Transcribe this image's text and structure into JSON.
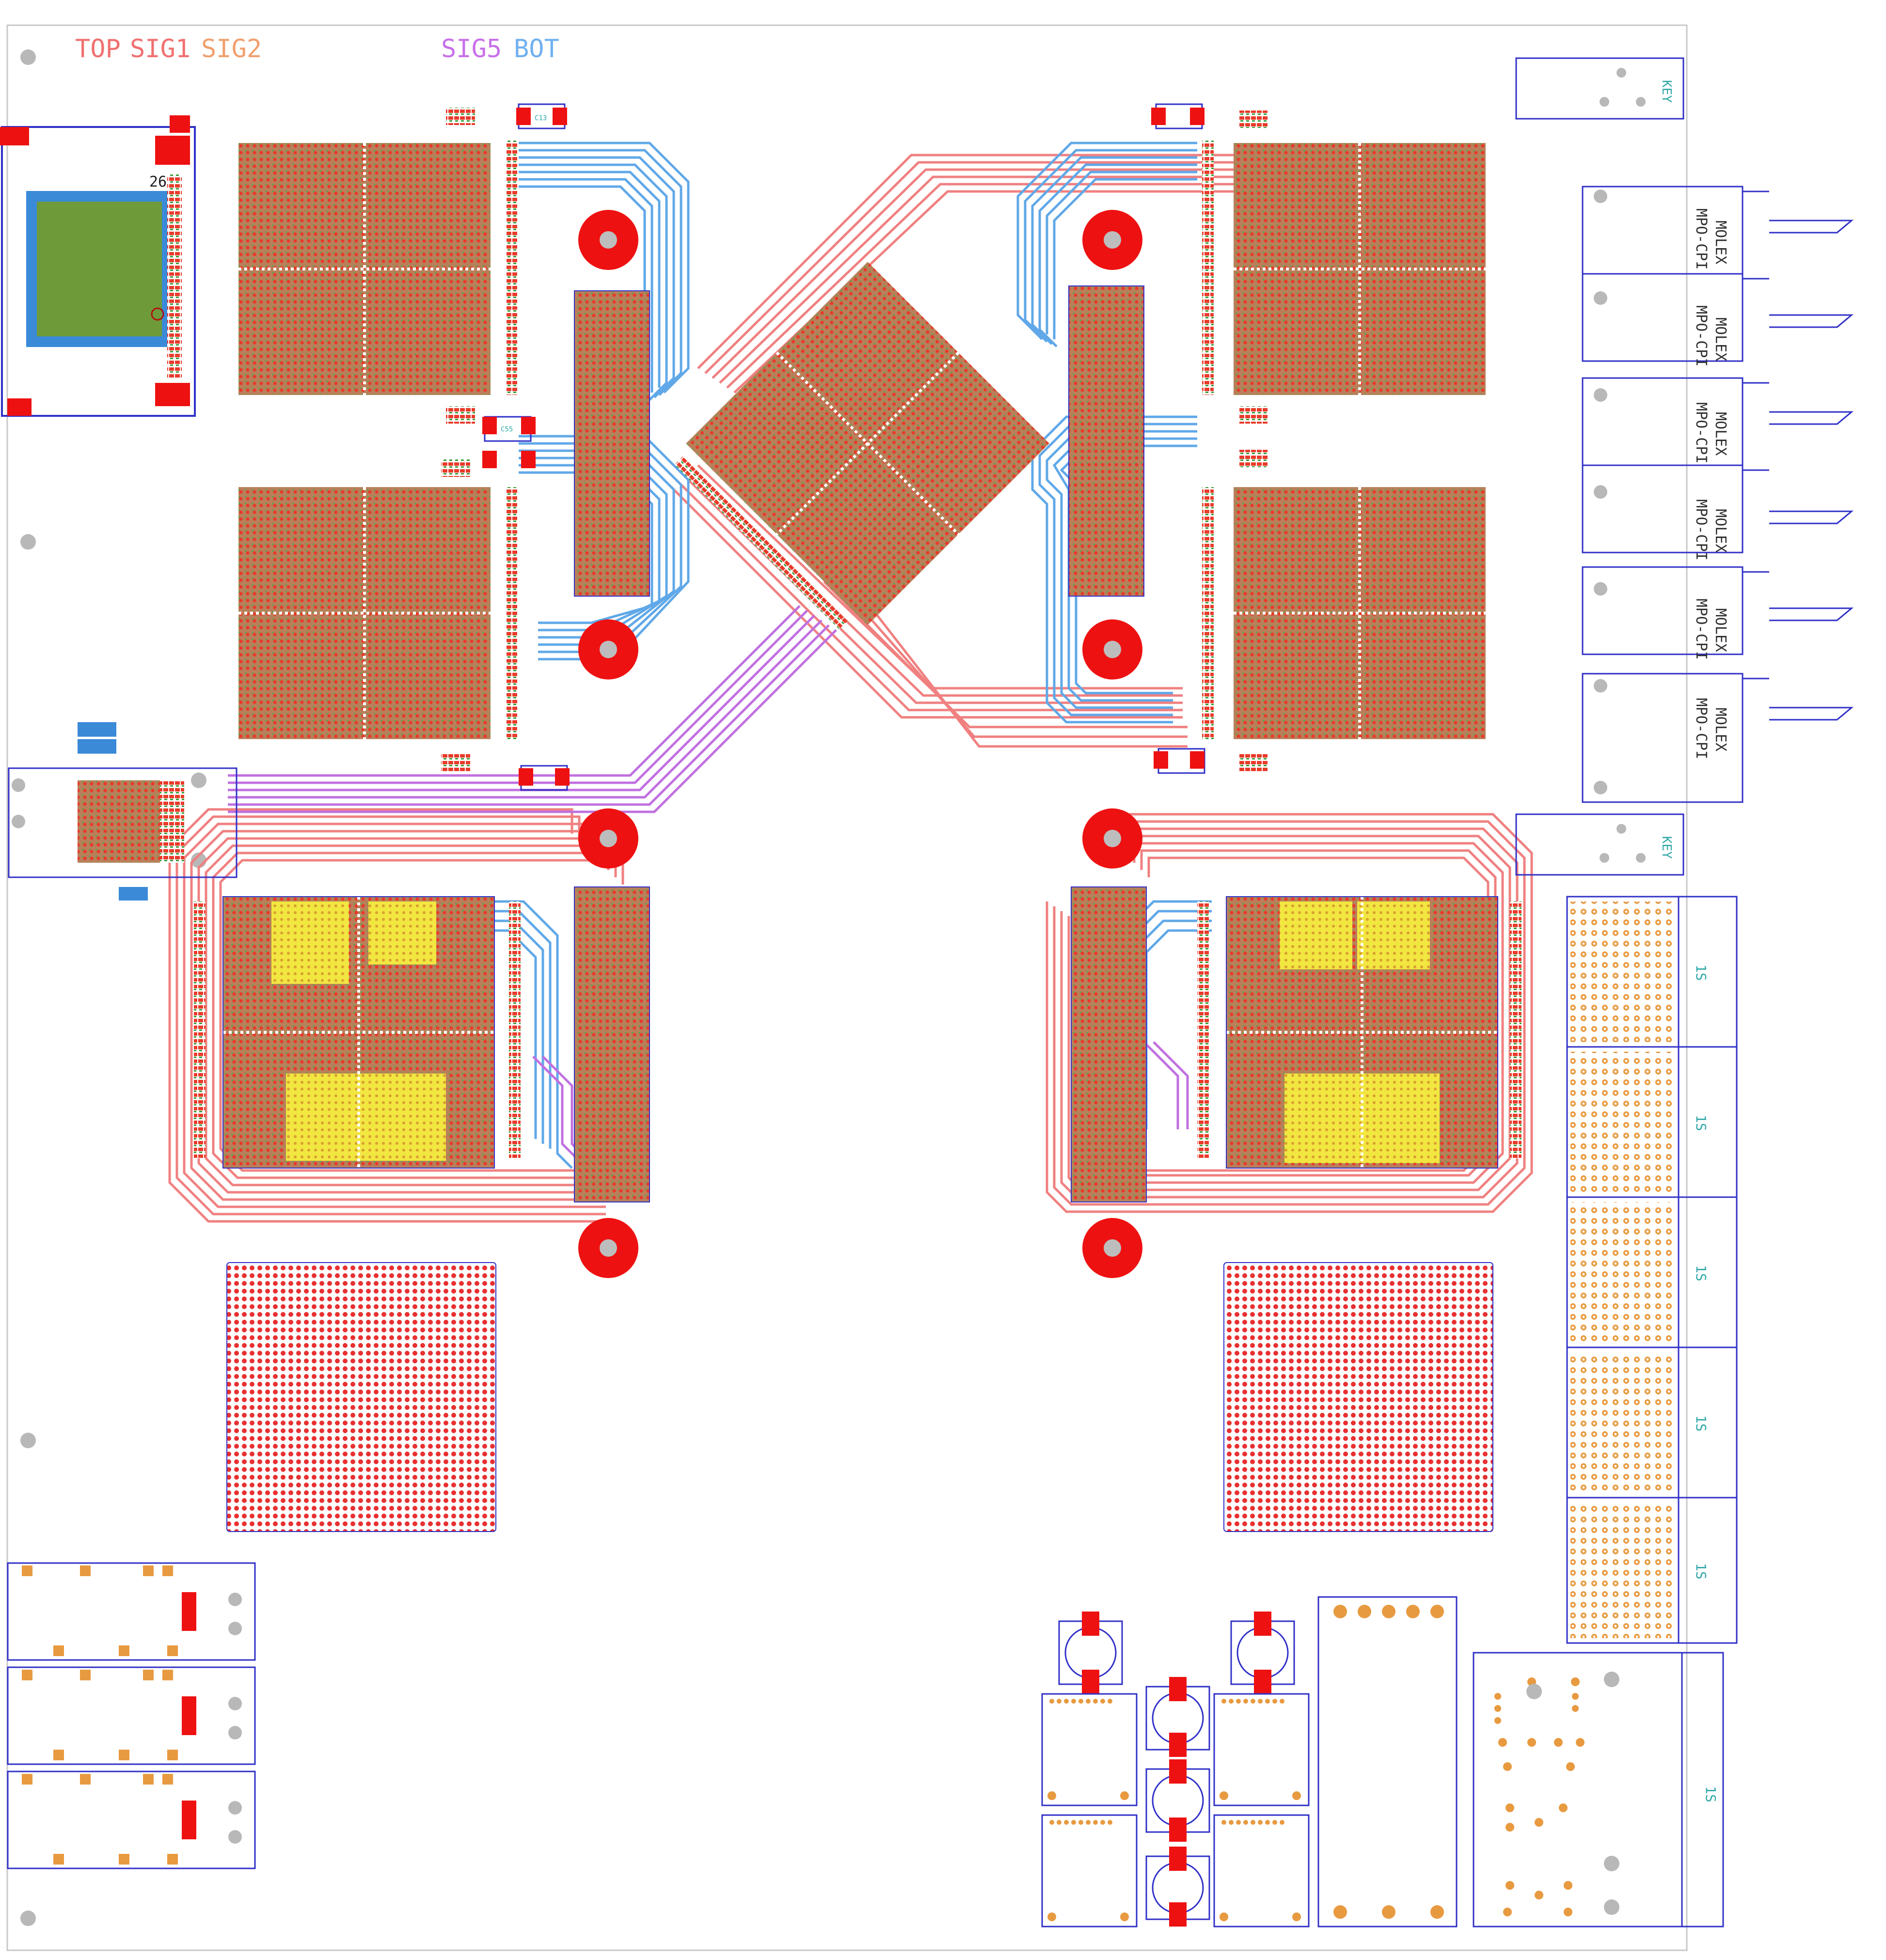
{
  "layer_legend": [
    {
      "name": "TOP",
      "color": "#f07070"
    },
    {
      "name": "SIG1",
      "color": "#f07070"
    },
    {
      "name": "SIG2",
      "color": "#f0a070"
    },
    {
      "name": "SIG5",
      "color": "#c870e8"
    },
    {
      "name": "BOT",
      "color": "#70b0f0"
    }
  ],
  "colors": {
    "board_outline": "#c8c8c8",
    "component_outline": "#3030c8",
    "pad": "#ee1111",
    "trace_top": "#f08080",
    "trace_bot": "#60a8e8",
    "trace_sig5": "#c070e0",
    "bga_fill": "#b8805a",
    "copper_pour": "#f2e640",
    "silk_text": "#30a8a8",
    "mounting_hole": "#b8b8b8"
  },
  "connectors": {
    "molex_line1": "MOLEX",
    "molex_line2": "MPO-CPI",
    "key_label": "KEY",
    "side_label": "1S",
    "side_label_large": "1S"
  },
  "silkscreen": {
    "sd_pin": "26",
    "cap_ref_1": "C13",
    "cap_ref_2": "C55"
  }
}
